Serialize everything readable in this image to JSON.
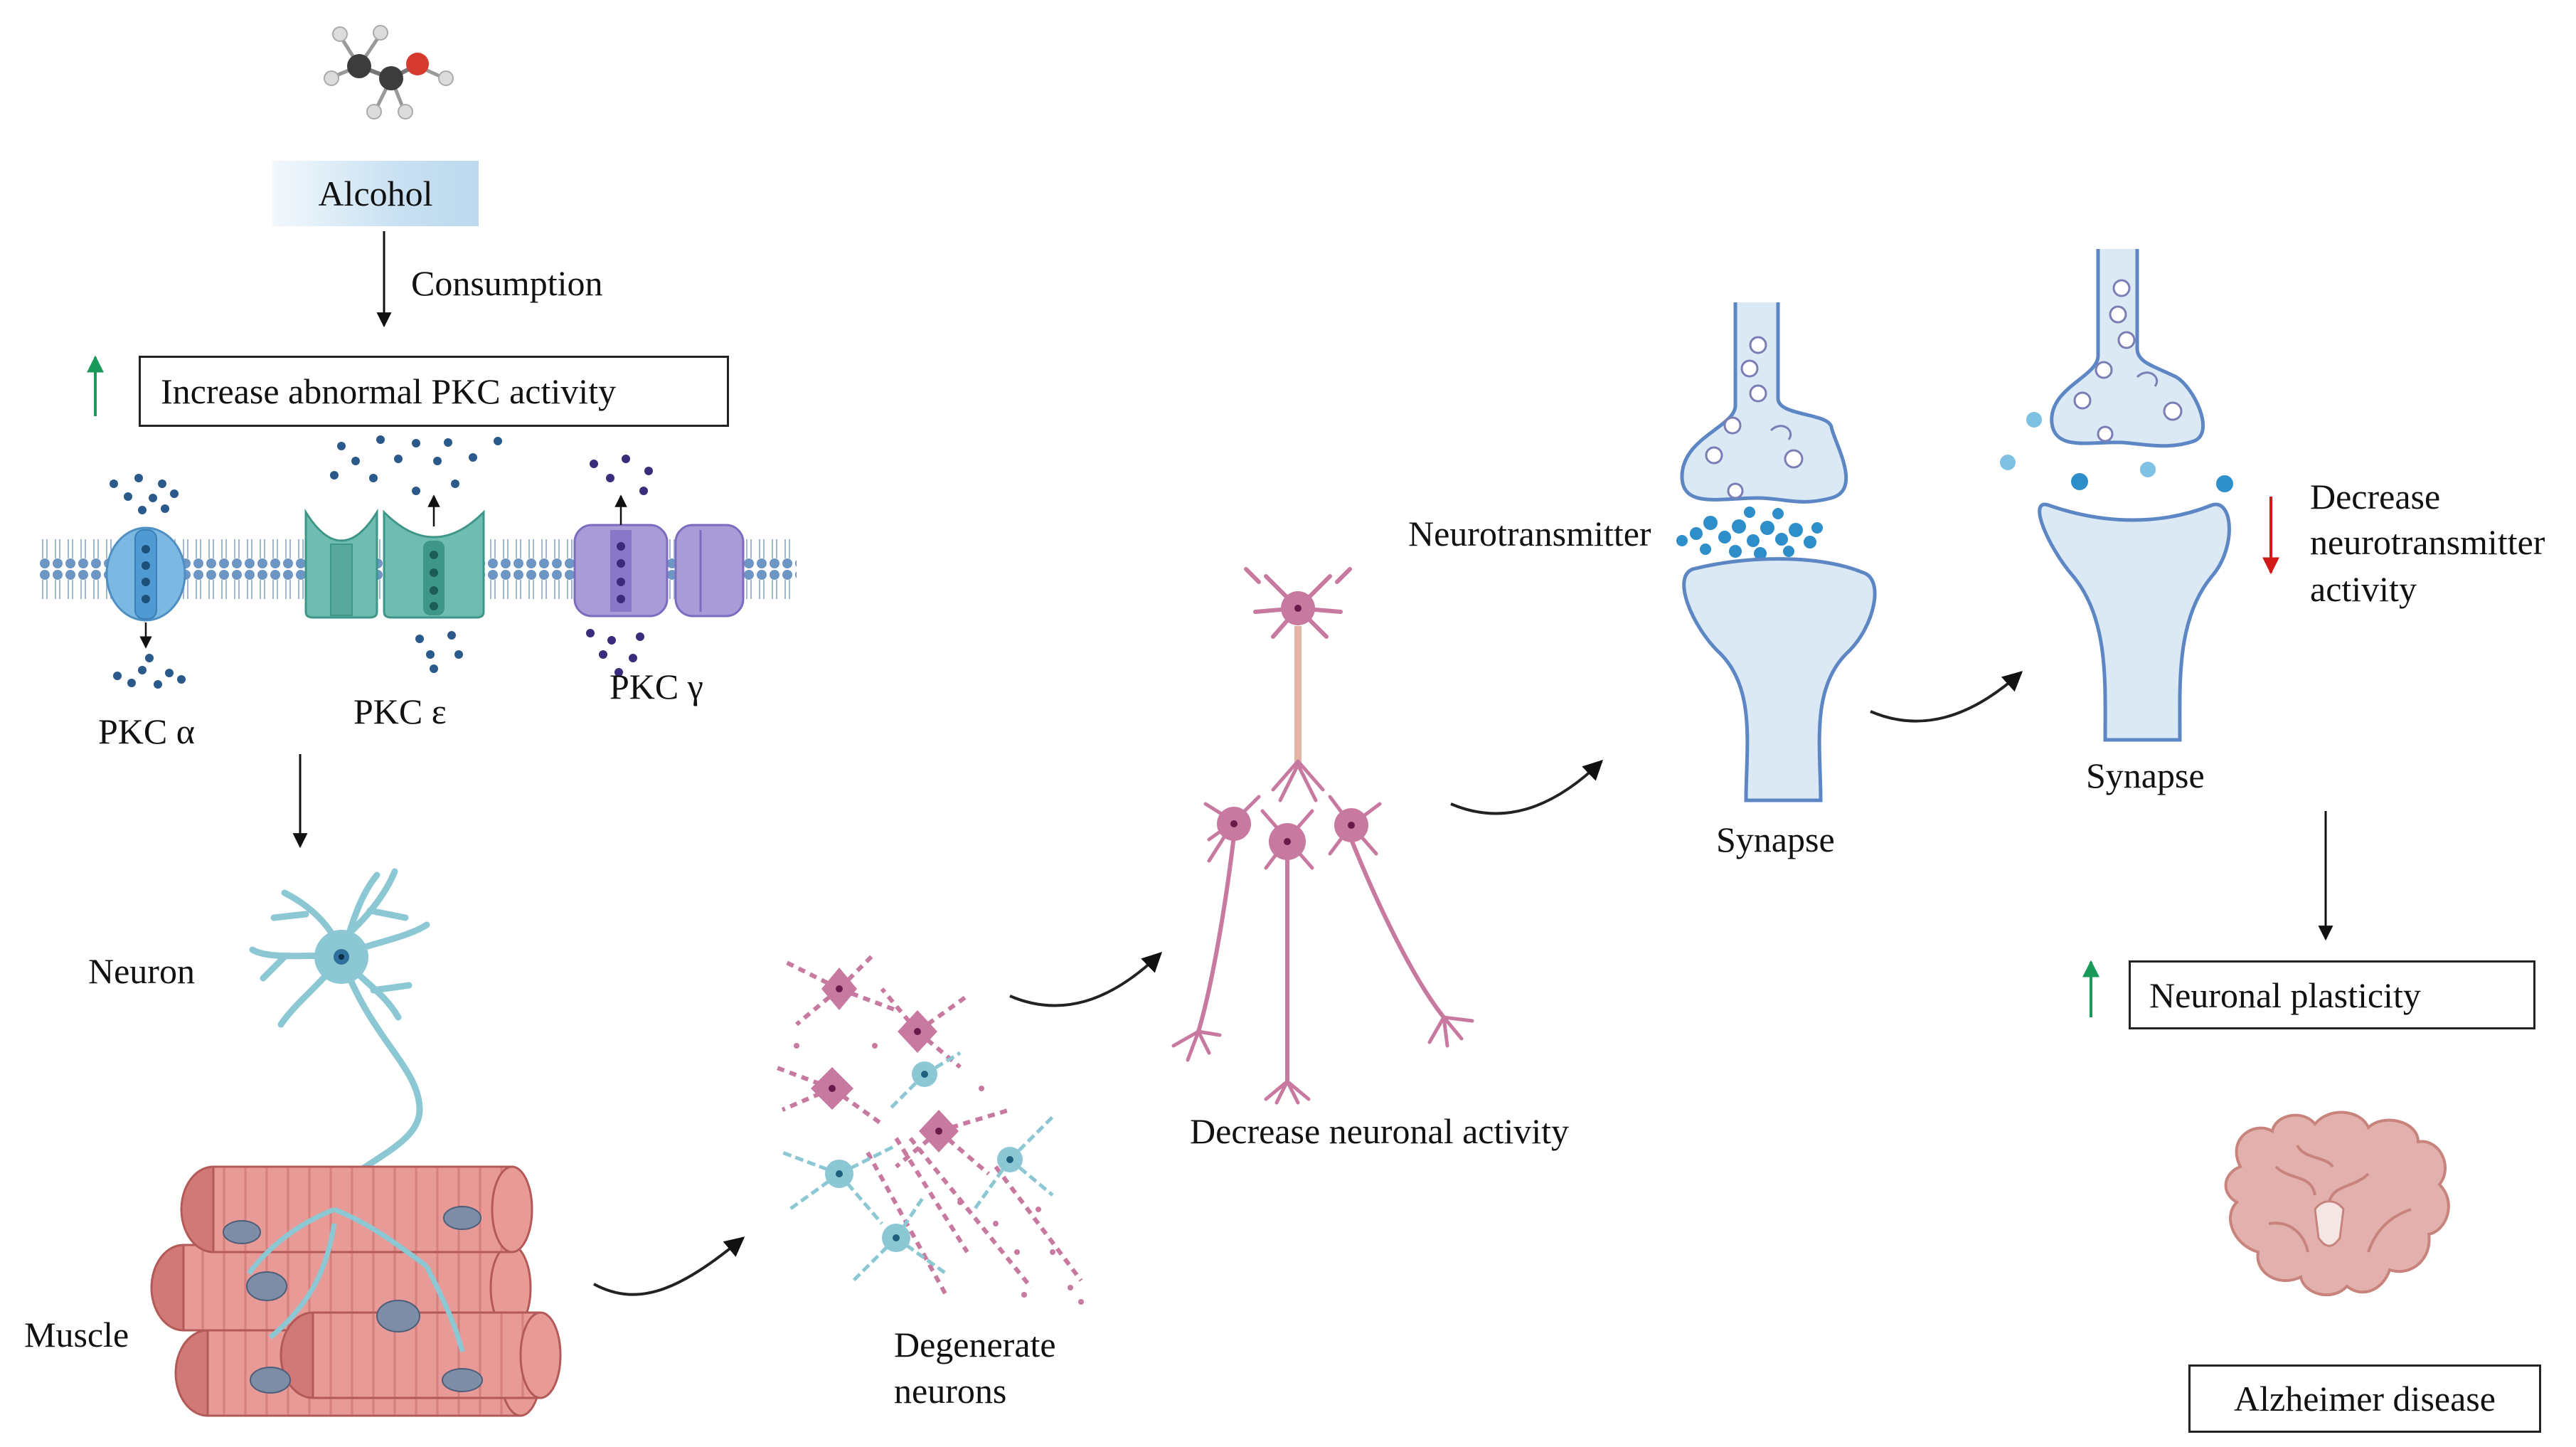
{
  "labels": {
    "alcohol": "Alcohol",
    "consumption": "Consumption",
    "increase_pkc": "Increase abnormal PKC activity",
    "pkc_alpha": "PKC α",
    "pkc_epsilon": "PKC ε",
    "pkc_gamma": "PKC γ",
    "neuron": "Neuron",
    "muscle": "Muscle",
    "degenerate_1": "Degenerate",
    "degenerate_2": "neurons",
    "decrease_neuronal": "Decrease neuronal  activity",
    "neurotransmitter": "Neurotransmitter",
    "synapse_1": "Synapse",
    "synapse_2": "Synapse",
    "decrease_nt_1": "Decrease",
    "decrease_nt_2": "neurotransmitter",
    "decrease_nt_3": "activity",
    "neuronal_plasticity": "Neuronal plasticity",
    "alzheimer": "Alzheimer  disease"
  },
  "colors": {
    "increase_arrow": "#1a9a5a",
    "decrease_arrow": "#d11a1a",
    "membrane": "#6d96c4",
    "pkc_alpha": "#7cb9e2",
    "pkc_epsilon": "#6fbdb0",
    "pkc_gamma": "#a99ad8",
    "neuron_cyan": "#8cc7d4",
    "neuron_pink": "#c8799f",
    "muscle": "#e79a96",
    "synapse_fill": "#dbe9f5",
    "synapse_stroke": "#5c86c4",
    "brain": "#e3b1ad"
  },
  "icons": [
    "ethanol-molecule-icon",
    "lipid-membrane",
    "brain-icon"
  ]
}
